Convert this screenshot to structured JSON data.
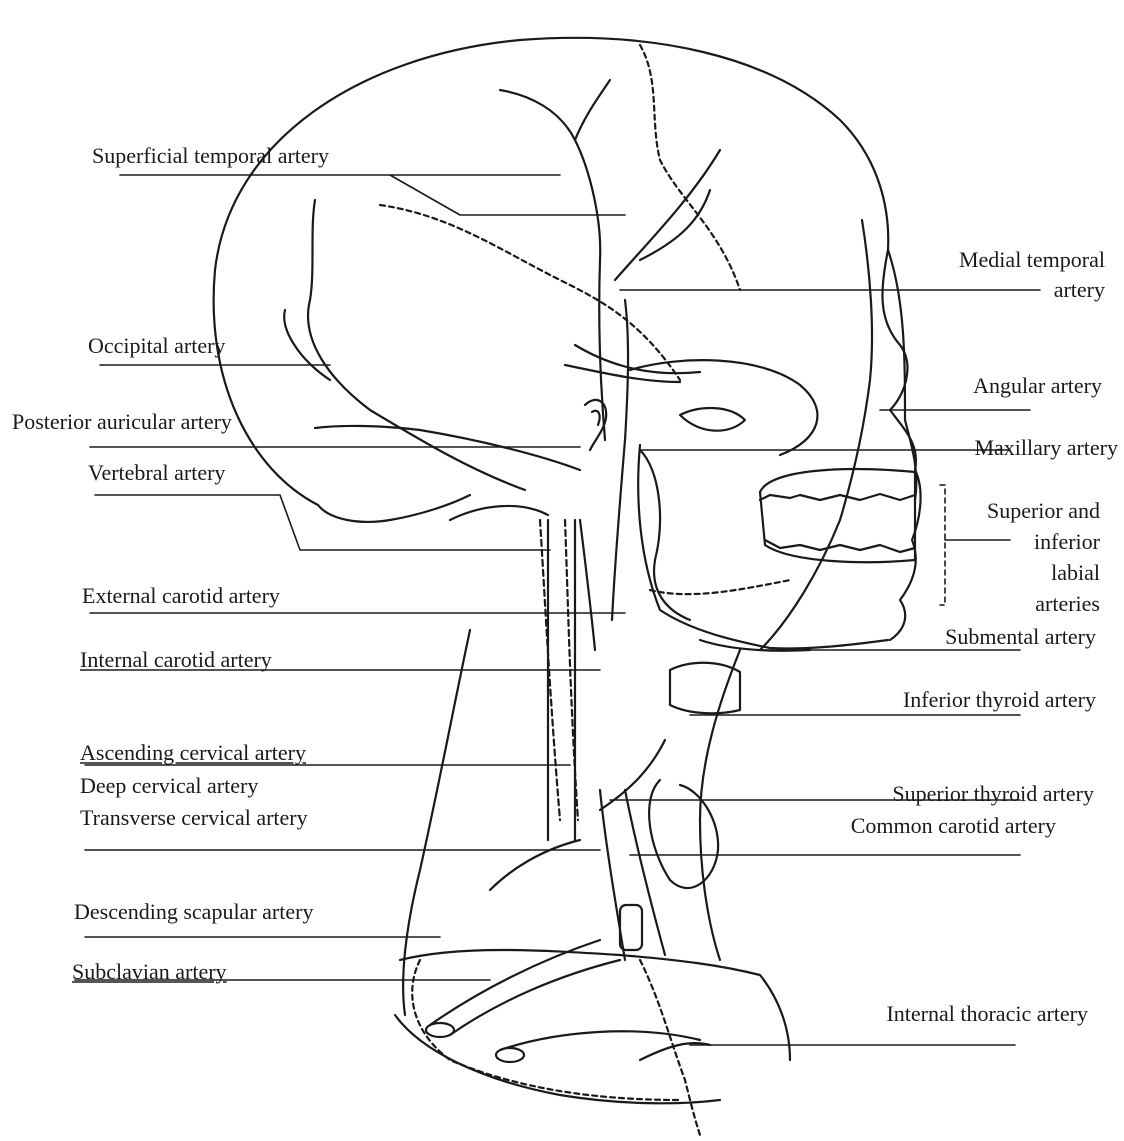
{
  "labels": {
    "superficial_temporal": "Superficial temporal artery",
    "occipital": "Occipital artery",
    "posterior_auricular": "Posterior auricular artery",
    "vertebral": "Vertebral artery",
    "external_carotid": "External carotid artery",
    "internal_carotid": "Internal carotid artery",
    "ascending_cervical": "Ascending cervical artery",
    "deep_cervical": "Deep cervical artery",
    "transverse_cervical": "Transverse cervical artery",
    "descending_scapular": "Descending scapular artery",
    "subclavian": "Subclavian artery",
    "medial_temporal_1": "Medial temporal",
    "medial_temporal_2": "artery",
    "angular": "Angular artery",
    "maxillary": "Maxillary artery",
    "labial_1": "Superior and",
    "labial_2": "inferior",
    "labial_3": "labial",
    "labial_4": "arteries",
    "submental": "Submental artery",
    "inferior_thyroid": "Inferior thyroid artery",
    "superior_thyroid": "Superior thyroid artery",
    "common_carotid": "Common carotid artery",
    "internal_thoracic": "Internal thoracic artery"
  },
  "colors": {
    "ink": "#1a1a1a",
    "paper": "#ffffff"
  }
}
